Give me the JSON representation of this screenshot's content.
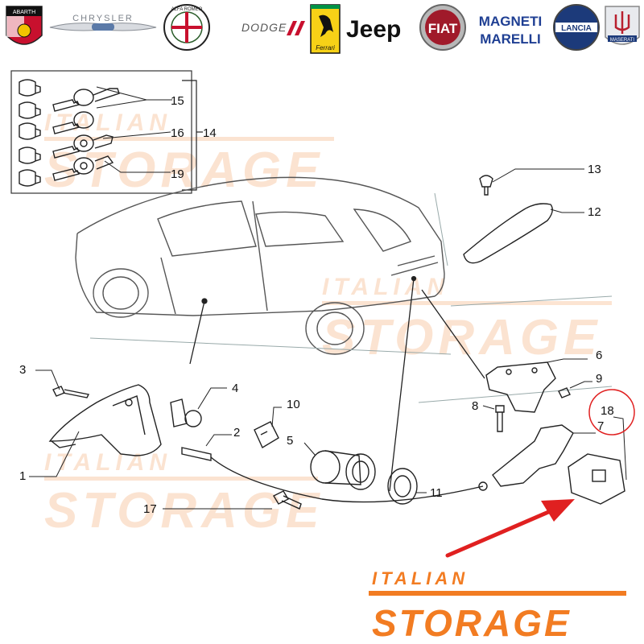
{
  "brand_bar": {
    "logos": [
      {
        "name": "Abarth",
        "text": "ABARTH"
      },
      {
        "name": "Chrysler",
        "text": "CHRYSLER"
      },
      {
        "name": "Alfa Romeo",
        "text": "ALFA ROMEO"
      },
      {
        "name": "Dodge",
        "text": "DODGE"
      },
      {
        "name": "Ferrari",
        "text": "Ferrari"
      },
      {
        "name": "Jeep",
        "text": "Jeep"
      },
      {
        "name": "Fiat",
        "text": "FIAT"
      },
      {
        "name": "Magneti Marelli",
        "text_line1": "MAGNETI",
        "text_line2": "MARELLI"
      },
      {
        "name": "Lancia",
        "text": "LANCIA"
      },
      {
        "name": "Maserati",
        "text": "MASERATI"
      }
    ]
  },
  "watermark": {
    "line1": "ITALIAN",
    "line2": "STORAGE",
    "color": "#f4a46a"
  },
  "brand_footer": {
    "line1": "ITALIAN",
    "line2": "STORAGE",
    "color": "#f27c22"
  },
  "callouts": {
    "c1": "1",
    "c2": "2",
    "c3": "3",
    "c4": "4",
    "c5": "5",
    "c6": "6",
    "c7": "7",
    "c8": "8",
    "c9": "9",
    "c10": "10",
    "c11": "11",
    "c12": "12",
    "c13": "13",
    "c14": "14",
    "c15": "15",
    "c16": "16",
    "c17": "17",
    "c18": "18",
    "c19": "19"
  },
  "highlight": {
    "part": "18",
    "color": "#e02020"
  }
}
